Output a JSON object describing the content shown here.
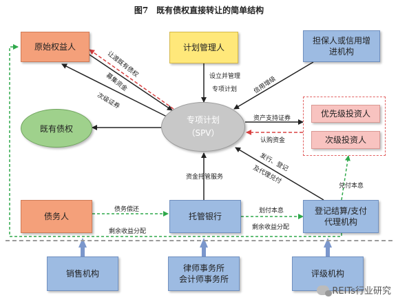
{
  "title": "图7　既有债权直接转让的简单结构",
  "nodes": {
    "originator": "原始权益人",
    "plan_manager": "计划管理人",
    "guarantor": "担保人或信用增进机构",
    "existing_debt": "既有债权",
    "spv_line1": "专项计划",
    "spv_line2": "（SPV）",
    "senior_investor": "优先级投资人",
    "junior_investor": "次级投资人",
    "debtor": "债务人",
    "custodian_bank": "托管银行",
    "registrar": "登记结算/支付代理机构",
    "sales_agency": "销售机构",
    "law_accounting": "律师事务所\n会计师事务所",
    "rating_agency": "评级机构"
  },
  "edge_labels": {
    "transfer_debt": "让渡既有债权",
    "raise_funds": "募集资金",
    "subordinated_securities": "次级证券",
    "setup_manage_1": "设立并管理",
    "setup_manage_2": "专项计划",
    "credit_enhancement": "信用增级",
    "asset_backed_securities": "资产支持证券",
    "subscription_funds": "认购资金",
    "custody_service": "资金托管服务",
    "issue_register": "发行、登记",
    "payment_agency": "及代理兑付",
    "cash_principal_interest": "兑付本息",
    "debt_repayment": "债务偿还",
    "remaining_income_1": "剩余收益分配",
    "pay_principal_interest": "划付本息",
    "remaining_income_2": "剩余收益分配"
  },
  "watermark": "REITs行业研究",
  "colors": {
    "orange": "#f4a07a",
    "yellow": "#ffe87a",
    "blue": "#9dbbe2",
    "pink": "#f8c3c0",
    "green": "#9fd18c",
    "gray": "#c8c8c8",
    "red_dashed": "#d94040",
    "green_dashed": "#2ea84a"
  }
}
